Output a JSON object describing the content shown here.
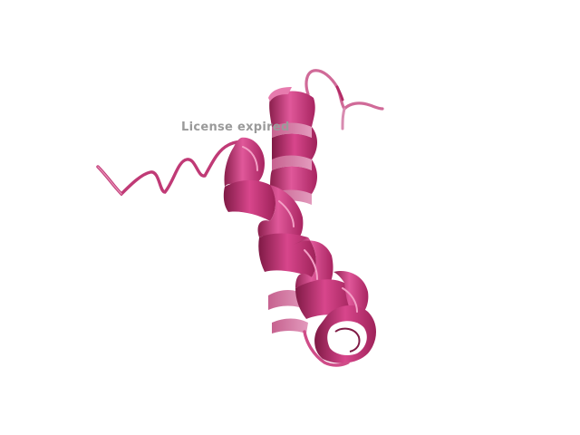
{
  "viewer": {
    "watermark_text": "License expired"
  },
  "structure": {
    "representation": "cartoon",
    "secondary_structure": [
      "coil",
      "alpha-helix",
      "turn",
      "alpha-helix",
      "coil"
    ],
    "colors": {
      "background": "#ffffff",
      "ribbon": "#c8306e",
      "ribbon_light": "#e0589a",
      "ribbon_dark": "#8a1f4c",
      "ribbon_back": "#d87aa6",
      "coil": "#d0508c"
    }
  }
}
